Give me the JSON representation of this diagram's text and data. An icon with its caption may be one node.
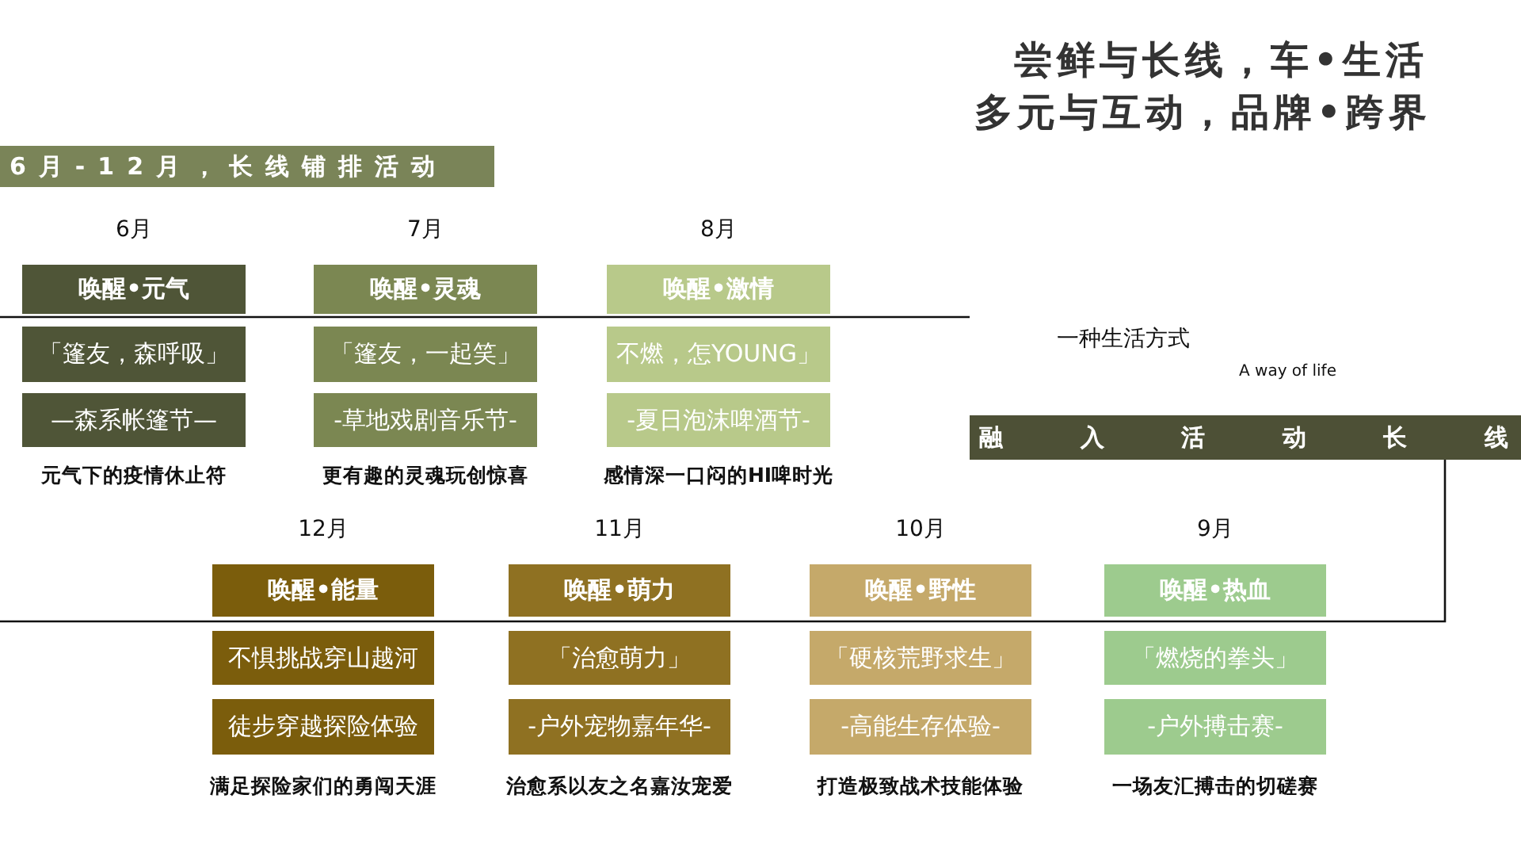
{
  "diagram": {
    "nodes": [
      {
        "text": [
          "6月-12月，长线铺排活动"
        ]
      },
      {
        "text": [
          "融入活动长线"
        ]
      },
      {
        "text": [
          "唤醒•元气"
        ],
        "beside": [
          "6月"
        ]
      },
      {
        "text": [
          "「篷友，森呼吸」"
        ]
      },
      {
        "text": [
          "—森系帐篷节—"
        ],
        "beside": [
          "元气下的疫情休止符"
        ]
      },
      {
        "text": [
          "唤醒•灵魂"
        ],
        "beside": [
          "7月"
        ]
      },
      {
        "text": [
          "「篷友，一起笑」"
        ]
      },
      {
        "text": [
          "-草地戏剧音乐节-"
        ],
        "beside": [
          "更有趣的灵魂玩创惊喜"
        ]
      },
      {
        "text": [
          "唤醒•激情"
        ],
        "beside": [
          "8月"
        ]
      },
      {
        "text": [
          "不燃，怎YOUNG」"
        ]
      },
      {
        "text": [
          "-夏日泡沫啤酒节-"
        ],
        "beside": [
          "感情深一口闷的HI啤时光"
        ]
      },
      {
        "text": [
          "唤醒•能量"
        ],
        "beside": [
          "12月"
        ]
      },
      {
        "text": [
          "不惧挑战穿山越河"
        ]
      },
      {
        "text": [
          "徒步穿越探险体验"
        ],
        "beside": [
          "满足探险家们的勇闯天涯"
        ]
      },
      {
        "text": [
          "唤醒•萌力"
        ],
        "beside": [
          "11月"
        ]
      },
      {
        "text": [
          "「治愈萌力」"
        ]
      },
      {
        "text": [
          "-户外宠物嘉年华-"
        ],
        "beside": [
          "治愈系以友之名嘉汝宠爱"
        ]
      },
      {
        "text": [
          "唤醒•野性"
        ],
        "beside": [
          "10月"
        ]
      },
      {
        "text": [
          "「硬核荒野求生」"
        ]
      },
      {
        "text": [
          "-高能生存体验-"
        ],
        "beside": [
          "打造极致战术技能体验"
        ]
      },
      {
        "text": [
          "唤醒•热血"
        ],
        "beside": [
          "9月"
        ]
      },
      {
        "text": [
          "「燃烧的拳头」"
        ]
      },
      {
        "text": [
          "-户外搏击赛-"
        ],
        "beside": [
          "一场友汇搏击的切磋赛"
        ]
      }
    ],
    "labels": [
      "尝鲜与长线，车•生活",
      "多元与互动，品牌•跨界",
      "一种生活方式",
      "A way of life"
    ]
  }
}
